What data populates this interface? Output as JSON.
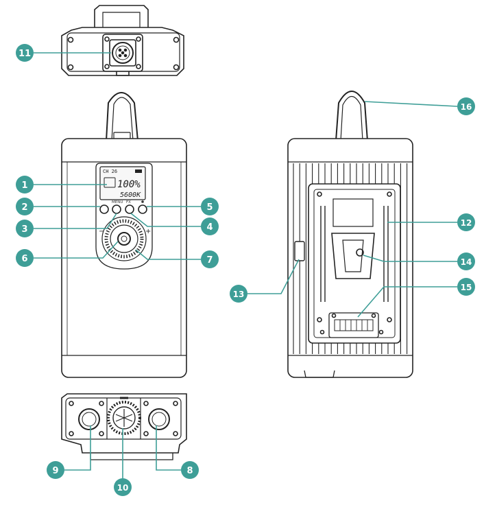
{
  "colors": {
    "callout": "#3e9e97",
    "line": "#222222",
    "housing": "#ffffff"
  },
  "lcd": {
    "top_left": "CH 26",
    "percent": "100%",
    "cct": "5600K"
  },
  "buttons": {
    "menu": "MENU",
    "fx": "FX"
  },
  "callouts": [
    {
      "id": "c1",
      "label": "1"
    },
    {
      "id": "c2",
      "label": "2"
    },
    {
      "id": "c3",
      "label": "3"
    },
    {
      "id": "c4",
      "label": "4"
    },
    {
      "id": "c5",
      "label": "5"
    },
    {
      "id": "c6",
      "label": "6"
    },
    {
      "id": "c7",
      "label": "7"
    },
    {
      "id": "c8",
      "label": "8"
    },
    {
      "id": "c9",
      "label": "9"
    },
    {
      "id": "c10",
      "label": "10"
    },
    {
      "id": "c11",
      "label": "11"
    },
    {
      "id": "c12",
      "label": "12"
    },
    {
      "id": "c13",
      "label": "13"
    },
    {
      "id": "c14",
      "label": "14"
    },
    {
      "id": "c15",
      "label": "15"
    },
    {
      "id": "c16",
      "label": "16"
    }
  ]
}
